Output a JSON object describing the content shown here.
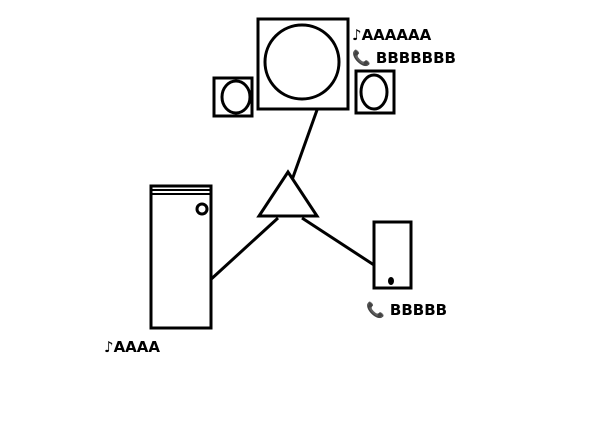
{
  "diagram": {
    "stroke_color": "#000000",
    "background_color": "#ffffff",
    "nodes": [
      {
        "id": "hub",
        "kind": "triangle-hub",
        "icon": "triangle-hub-icon"
      },
      {
        "id": "monitor",
        "kind": "speaker-cabinet-with-satellites",
        "icon": "speaker-icon"
      },
      {
        "id": "tower",
        "kind": "tower-device",
        "icon": "tower-icon"
      },
      {
        "id": "phone",
        "kind": "handset-device",
        "icon": "phone-icon"
      }
    ],
    "labels": {
      "monitor_music": "♪AAAAAA",
      "monitor_phone": "📞 BBBBBBB",
      "tower_music": "♪AAAA",
      "phone_phone": "📞 BBBBB"
    }
  }
}
